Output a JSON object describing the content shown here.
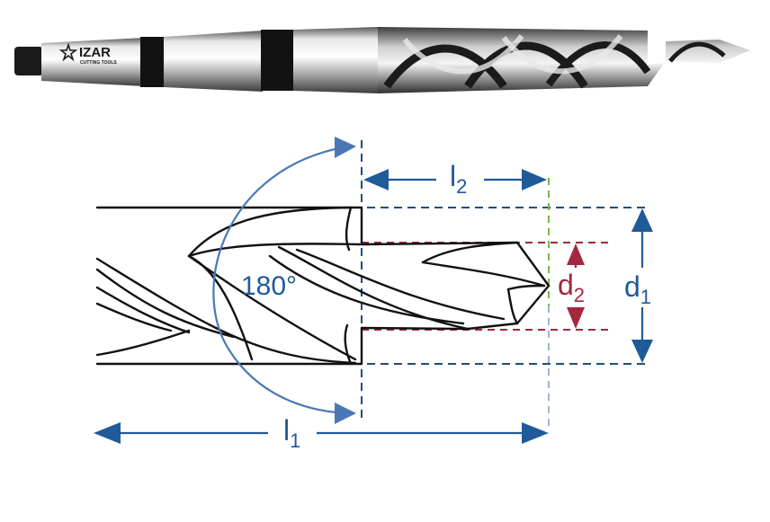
{
  "brand": {
    "name": "IZAR",
    "tagline": "CUTTING TOOLS"
  },
  "diagram": {
    "angle_label": "180°",
    "l1": {
      "main": "l",
      "sub": "1"
    },
    "l2": {
      "main": "l",
      "sub": "2"
    },
    "d1": {
      "main": "d",
      "sub": "1"
    },
    "d2": {
      "main": "d",
      "sub": "2"
    }
  },
  "colors": {
    "blue_dim": "#1f5a99",
    "blue_arc": "#4a78b5",
    "red_dim": "#a3273e",
    "green_mark": "#7ab648",
    "outline": "#111111"
  },
  "icons": {
    "logo": "star-logo-icon"
  }
}
